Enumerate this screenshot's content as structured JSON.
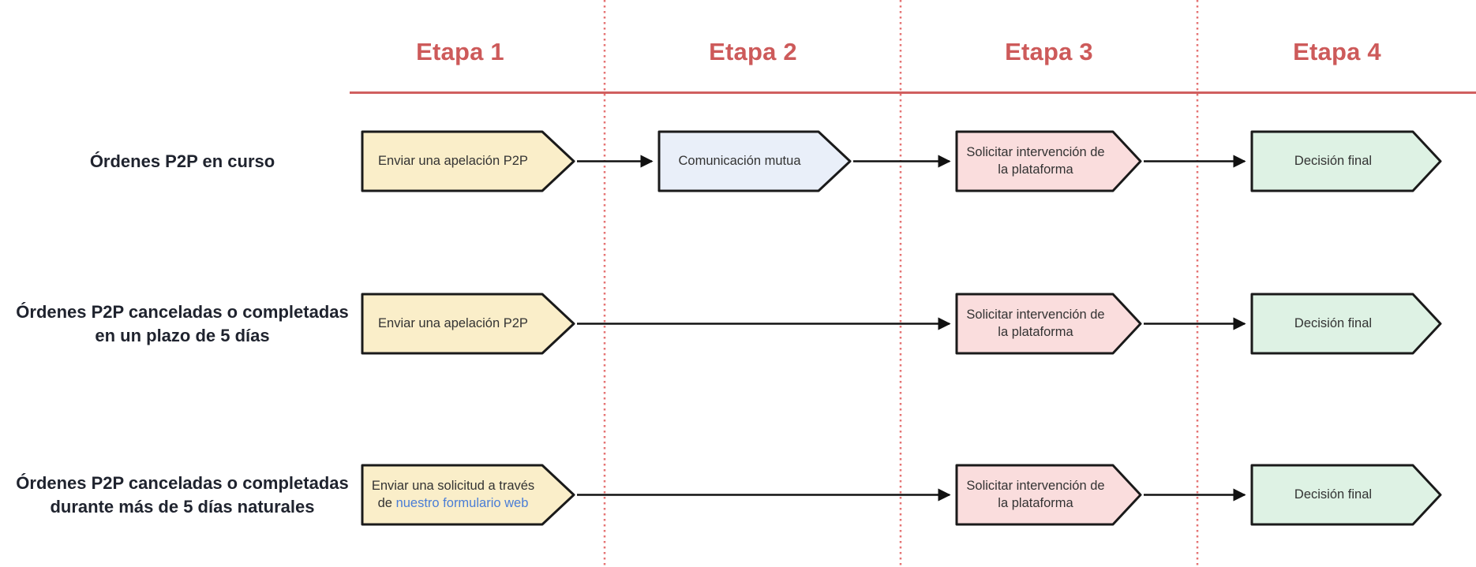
{
  "colors": {
    "page_bg": "#ffffff",
    "etapa_red": "#cd5a5a",
    "divider_red": "#d05f5f",
    "dotted_red": "#e57373",
    "box_yellow": "#faeec9",
    "box_blue": "#e9eff9",
    "box_pink": "#fadddd",
    "box_green": "#def2e4",
    "box_border": "#1a1a1a",
    "arrow_black": "#111111",
    "box_text_color": "#333333",
    "row_label_color": "#1f232e",
    "link_blue": "#4a7dd6"
  },
  "stage_headers": [
    {
      "label": "Etapa 1"
    },
    {
      "label": "Etapa 2"
    },
    {
      "label": "Etapa 3"
    },
    {
      "label": "Etapa 4"
    }
  ],
  "rows": [
    {
      "label": "Órdenes P2P en curso",
      "steps": {
        "step1": "Enviar una apelación P2P",
        "step2": "Comunicación mutua",
        "step3": "Solicitar intervención de la plataforma",
        "step4": "Decisión final"
      }
    },
    {
      "label": "Órdenes P2P canceladas o completadas en un plazo de 5 días",
      "steps": {
        "step1": "Enviar una apelación P2P",
        "step3": "Solicitar intervención de la plataforma",
        "step4": "Decisión final"
      }
    },
    {
      "label": "Órdenes P2P canceladas o completadas durante más de 5 días naturales",
      "steps": {
        "step1_prefix": "Enviar una solicitud a través de",
        "step1_link": "nuestro formulario web",
        "step3": "Solicitar intervención de la plataforma",
        "step4": "Decisión final"
      }
    }
  ]
}
